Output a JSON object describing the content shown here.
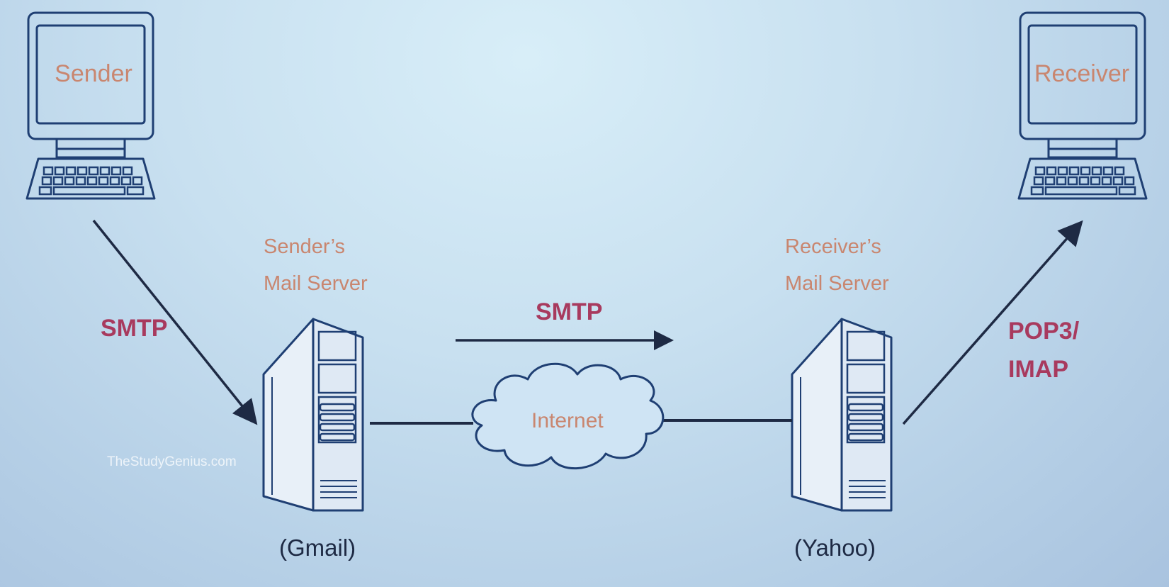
{
  "sender": {
    "label": "Sender"
  },
  "receiver": {
    "label": "Receiver"
  },
  "sender_server": {
    "line1": "Sender’s",
    "line2": "Mail Server",
    "provider": "(Gmail)"
  },
  "receiver_server": {
    "line1": "Receiver’s",
    "line2": "Mail Server",
    "provider": "(Yahoo)"
  },
  "protocols": {
    "client_to_server": "SMTP",
    "server_to_server": "SMTP",
    "server_to_client_line1": "POP3/",
    "server_to_client_line2": "IMAP"
  },
  "cloud": {
    "label": "Internet"
  },
  "watermark": "TheStudyGenius.com",
  "colors": {
    "outline": "#1f3f73",
    "arrow": "#1e2a44",
    "label": "#c9866f",
    "protocol": "#a83a5e"
  }
}
